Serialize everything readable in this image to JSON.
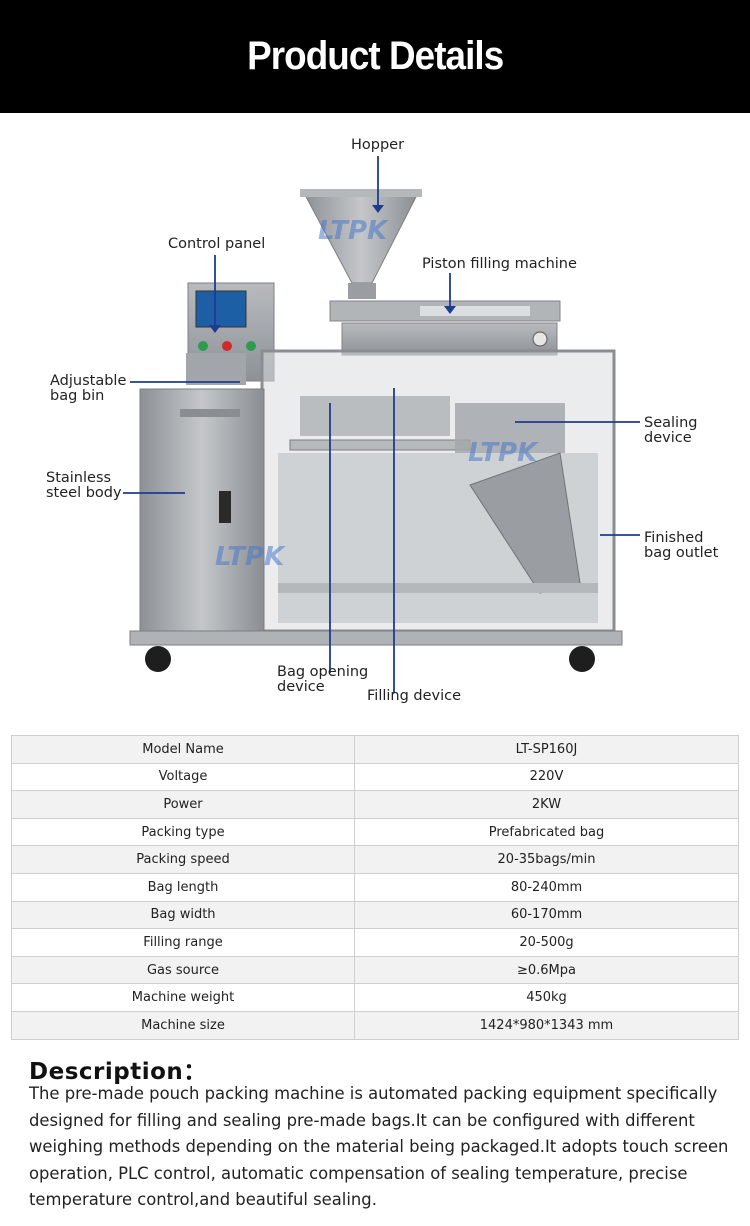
{
  "header": {
    "title": "Product Details"
  },
  "diagram": {
    "watermark": "LTPK",
    "callouts": {
      "hopper": "Hopper",
      "control_panel": "Control panel",
      "piston": "Piston filling machine",
      "bag_bin": "Adjustable\nbag bin",
      "sealing": "Sealing\ndevice",
      "body": "Stainless\nsteel body",
      "outlet": "Finished\nbag outlet",
      "bag_opening": "Bag opening\ndevice",
      "filling": "Filling device"
    },
    "colors": {
      "callout_line": "#1f3b8f",
      "steel": "#a9adb1"
    }
  },
  "specs": [
    {
      "k": "Model Name",
      "v": "LT-SP160J"
    },
    {
      "k": "Voltage",
      "v": "220V"
    },
    {
      "k": "Power",
      "v": "2KW"
    },
    {
      "k": "Packing type",
      "v": "Prefabricated bag"
    },
    {
      "k": "Packing speed",
      "v": "20-35bags/min"
    },
    {
      "k": "Bag length",
      "v": "80-240mm"
    },
    {
      "k": "Bag width",
      "v": "60-170mm"
    },
    {
      "k": "Filling range",
      "v": "20-500g"
    },
    {
      "k": "Gas source",
      "v": "≥0.6Mpa"
    },
    {
      "k": "Machine weight",
      "v": "450kg"
    },
    {
      "k": "Machine size",
      "v": "1424*980*1343 mm"
    }
  ],
  "description": {
    "title": "Description：",
    "body": "The pre-made pouch packing machine is automated packing equipment specifically designed for filling and sealing pre-made bags.It can be configured with different weighing methods depending on the material being packaged.It adopts touch screen operation, PLC control, automatic compensation of sealing temperature, precise temperature control,and beautiful sealing."
  }
}
